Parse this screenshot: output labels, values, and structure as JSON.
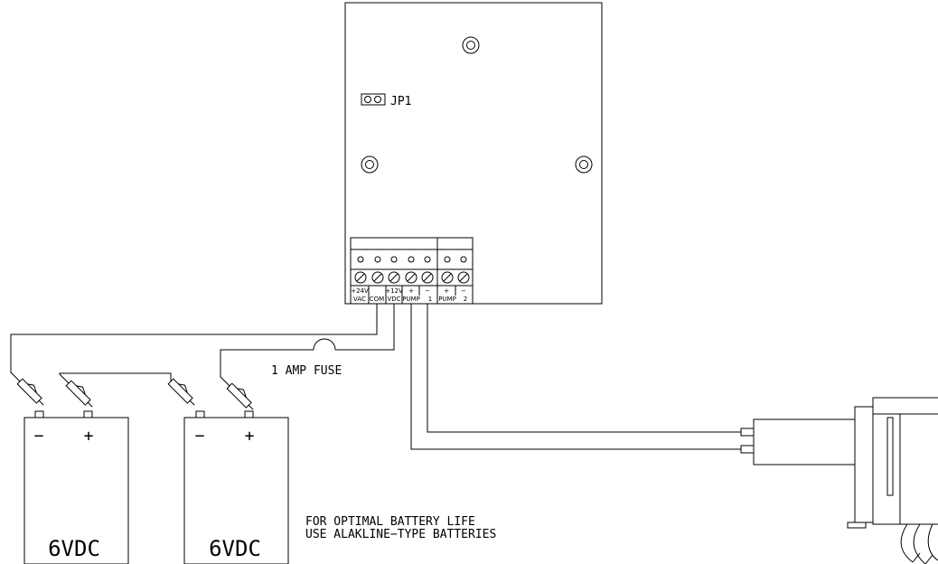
{
  "board": {
    "jumper_label": "JP1",
    "terminals": [
      {
        "top": "+24V",
        "bottom": "VAC"
      },
      {
        "top": "",
        "bottom": "COM"
      },
      {
        "top": "+12V",
        "bottom": "VDC"
      },
      {
        "top": "+",
        "bottom": "PUMP"
      },
      {
        "top": "−",
        "bottom": "1"
      },
      {
        "top": "+",
        "bottom": "PUMP"
      },
      {
        "top": "−",
        "bottom": "2"
      }
    ]
  },
  "fuse_label": "1 AMP FUSE",
  "batteries": [
    {
      "voltage": "6VDC",
      "minus": "−",
      "plus": "+"
    },
    {
      "voltage": "6VDC",
      "minus": "−",
      "plus": "+"
    }
  ],
  "note": {
    "line1": "FOR OPTIMAL BATTERY LIFE",
    "line2": "USE ALAKLINE−TYPE BATTERIES"
  }
}
